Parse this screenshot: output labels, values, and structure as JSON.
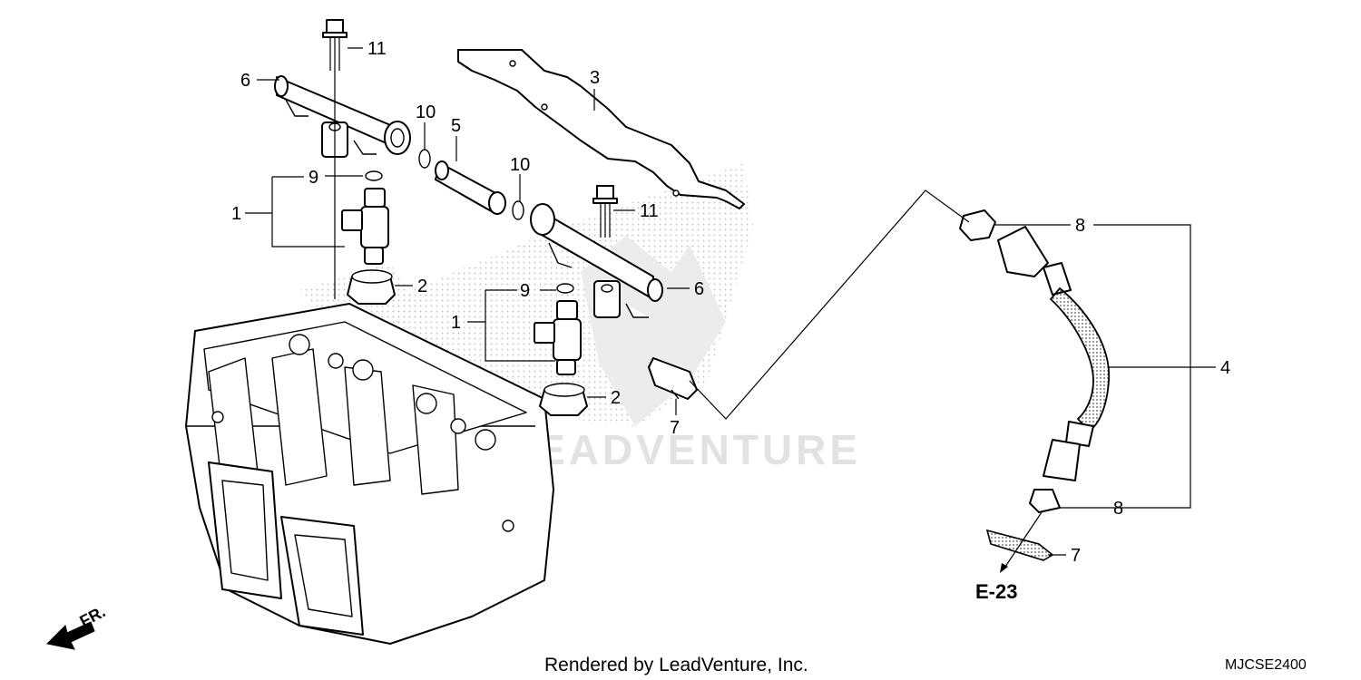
{
  "watermark": "LEADVENTURE",
  "credit": "Rendered by LeadVenture, Inc.",
  "diagram_code": "MJCSE2400",
  "front_marker": "FR.",
  "reference": "E-23",
  "callouts": {
    "c1a": "1",
    "c1b": "1",
    "c2a": "2",
    "c2b": "2",
    "c3": "3",
    "c4": "4",
    "c5": "5",
    "c6a": "6",
    "c6b": "6",
    "c7a": "7",
    "c7b": "7",
    "c8a": "8",
    "c8b": "8",
    "c9a": "9",
    "c9b": "9",
    "c10a": "10",
    "c10b": "10",
    "c11a": "11",
    "c11b": "11"
  }
}
